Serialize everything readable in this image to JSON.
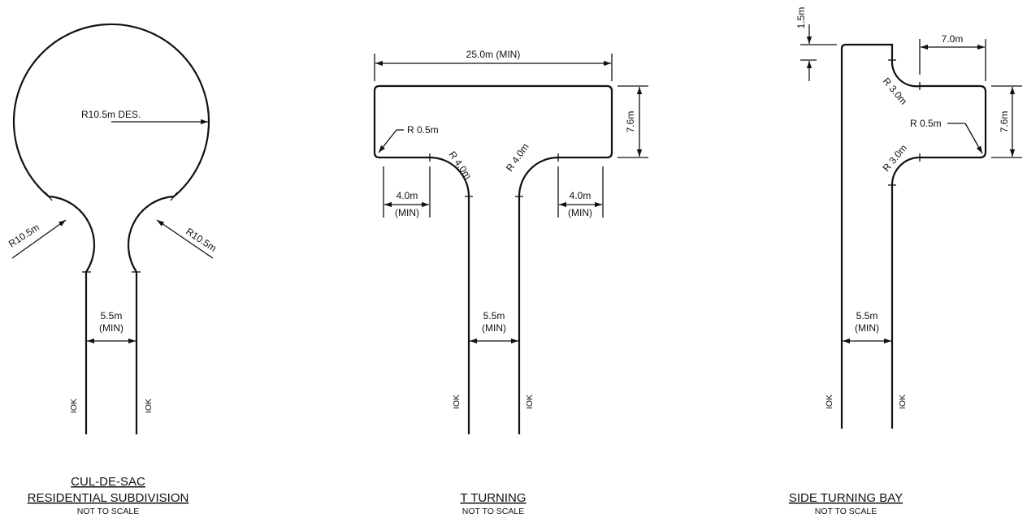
{
  "cul_de_sac": {
    "title_line1": "CUL-DE-SAC",
    "title_line2": "RESIDENTIAL SUBDIVISION",
    "subtitle": "NOT TO SCALE",
    "radius_des": "R10.5m DES.",
    "radius_left": "R10.5m",
    "radius_right": "R10.5m",
    "width_value": "5.5m",
    "width_min": "(MIN)",
    "iok_left": "IOK",
    "iok_right": "IOK"
  },
  "t_turning": {
    "title": "T TURNING",
    "subtitle": "NOT TO SCALE",
    "top_width": "25.0m (MIN)",
    "height": "7.6m",
    "corner_radius": "R 0.5m",
    "radius_left": "R 4.0m",
    "radius_right": "R 4.0m",
    "left_offset_value": "4.0m",
    "left_offset_min": "(MIN)",
    "right_offset_value": "4.0m",
    "right_offset_min": "(MIN)",
    "width_value": "5.5m",
    "width_min": "(MIN)",
    "iok_left": "IOK",
    "iok_right": "IOK"
  },
  "side_turning_bay": {
    "title": "SIDE TURNING BAY",
    "subtitle": "NOT TO SCALE",
    "top_offset": "1.5m",
    "bay_length": "7.0m",
    "height": "7.6m",
    "corner_radius": "R 0.5m",
    "radius_top": "R 3.0m",
    "radius_bottom": "R 3.0m",
    "width_value": "5.5m",
    "width_min": "(MIN)",
    "iok_left": "IOK",
    "iok_right": "IOK"
  }
}
